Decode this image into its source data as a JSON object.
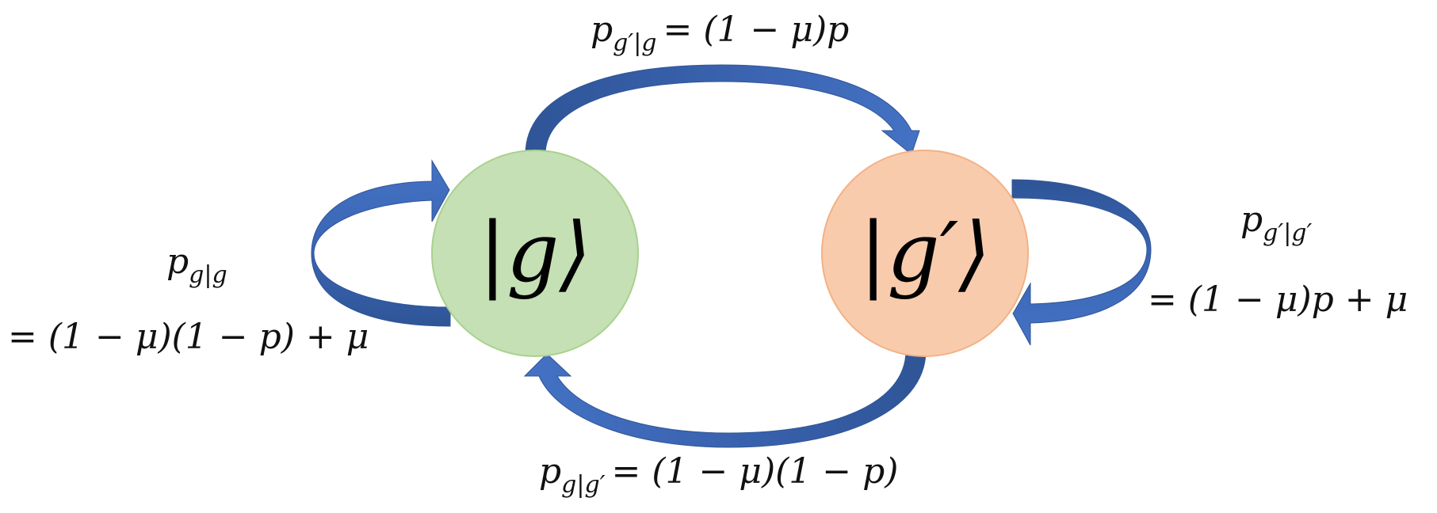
{
  "states": {
    "g": {
      "label": "|g⟩",
      "fill": "#c5e0b4",
      "stroke": "#a9d18e"
    },
    "g_prime": {
      "label": "|g′⟩",
      "fill": "#f8cbad",
      "stroke": "#f4b183"
    }
  },
  "arrow_colors": {
    "light": "#4472c4",
    "dark": "#2f5597"
  },
  "transitions": {
    "g_to_gprime": {
      "label": "p",
      "sub": "g′|g",
      "rhs": "=  (1 − μ)p"
    },
    "gprime_to_g": {
      "label": "p",
      "sub": "g|g′",
      "rhs": "=  (1 − μ)(1 − p)"
    },
    "g_to_g": {
      "label": "p",
      "sub": "g|g",
      "rhs": "=  (1 − μ)(1 − p) + μ"
    },
    "gprime_to_gprime": {
      "label": "p",
      "sub": "g′|g′",
      "rhs": "=  (1 − μ)p + μ"
    }
  }
}
